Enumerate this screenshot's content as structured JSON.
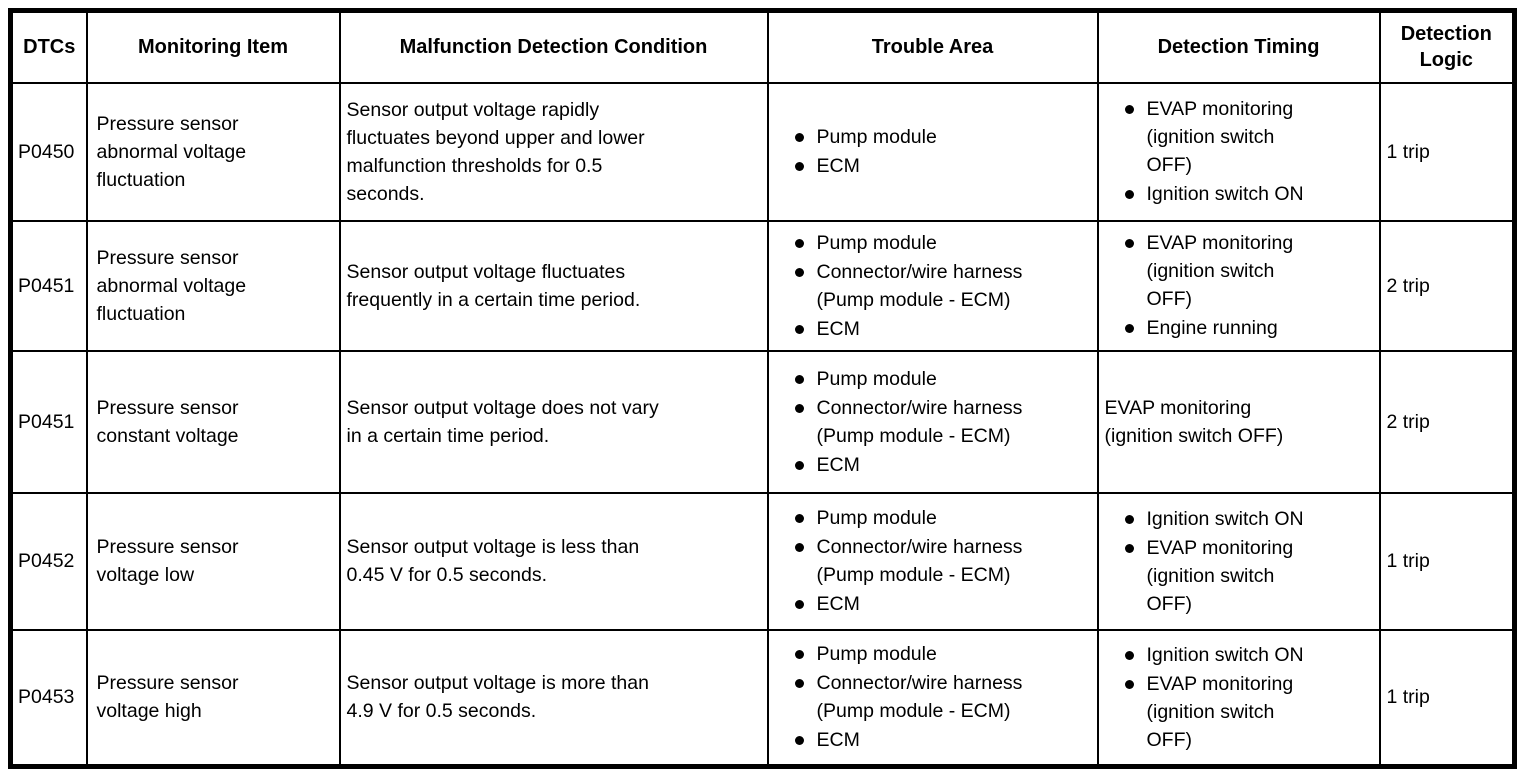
{
  "table": {
    "headers": {
      "dtcs": "DTCs",
      "monitoring_item": "Monitoring Item",
      "malfunction_detection_condition": "Malfunction Detection Condition",
      "trouble_area": "Trouble Area",
      "detection_timing": "Detection Timing",
      "detection_logic": "Detection\nLogic"
    },
    "rows": [
      {
        "dtc": "P0450",
        "monitoring_item": "Pressure sensor\nabnormal voltage\nfluctuation",
        "malfunction_detection_condition": "Sensor output voltage rapidly\nfluctuates beyond upper and lower\nmalfunction thresholds for 0.5\nseconds.",
        "trouble_area": [
          "Pump module",
          "ECM"
        ],
        "detection_timing": [
          "EVAP monitoring\n(ignition switch\nOFF)",
          "Ignition switch ON"
        ],
        "detection_logic": "1 trip"
      },
      {
        "dtc": "P0451",
        "monitoring_item": "Pressure sensor\nabnormal voltage\nfluctuation",
        "malfunction_detection_condition": "Sensor output voltage fluctuates\nfrequently in a certain time period.",
        "trouble_area": [
          "Pump module",
          "Connector/wire harness\n(Pump module - ECM)",
          "ECM"
        ],
        "detection_timing": [
          "EVAP monitoring\n(ignition switch\nOFF)",
          "Engine running"
        ],
        "detection_logic": "2 trip"
      },
      {
        "dtc": "P0451",
        "monitoring_item": "Pressure sensor\nconstant voltage",
        "malfunction_detection_condition": "Sensor output voltage does not vary\nin a certain time period.",
        "trouble_area": [
          "Pump module",
          "Connector/wire harness\n(Pump module - ECM)",
          "ECM"
        ],
        "detection_timing_plain": "EVAP monitoring\n(ignition switch OFF)",
        "detection_logic": "2 trip"
      },
      {
        "dtc": "P0452",
        "monitoring_item": "Pressure sensor\nvoltage low",
        "malfunction_detection_condition": "Sensor output voltage is less than\n0.45 V for 0.5 seconds.",
        "trouble_area": [
          "Pump module",
          "Connector/wire harness\n(Pump module - ECM)",
          "ECM"
        ],
        "detection_timing": [
          "Ignition switch ON",
          "EVAP monitoring\n(ignition switch\nOFF)"
        ],
        "detection_logic": "1 trip"
      },
      {
        "dtc": "P0453",
        "monitoring_item": "Pressure sensor\nvoltage high",
        "malfunction_detection_condition": "Sensor output voltage is more than\n4.9 V for 0.5 seconds.",
        "trouble_area": [
          "Pump module",
          "Connector/wire harness\n(Pump module - ECM)",
          "ECM"
        ],
        "detection_timing": [
          "Ignition switch ON",
          "EVAP monitoring\n(ignition switch\nOFF)"
        ],
        "detection_logic": "1 trip"
      }
    ]
  },
  "colors": {
    "border": "#000000",
    "background": "#ffffff",
    "text": "#000000"
  }
}
